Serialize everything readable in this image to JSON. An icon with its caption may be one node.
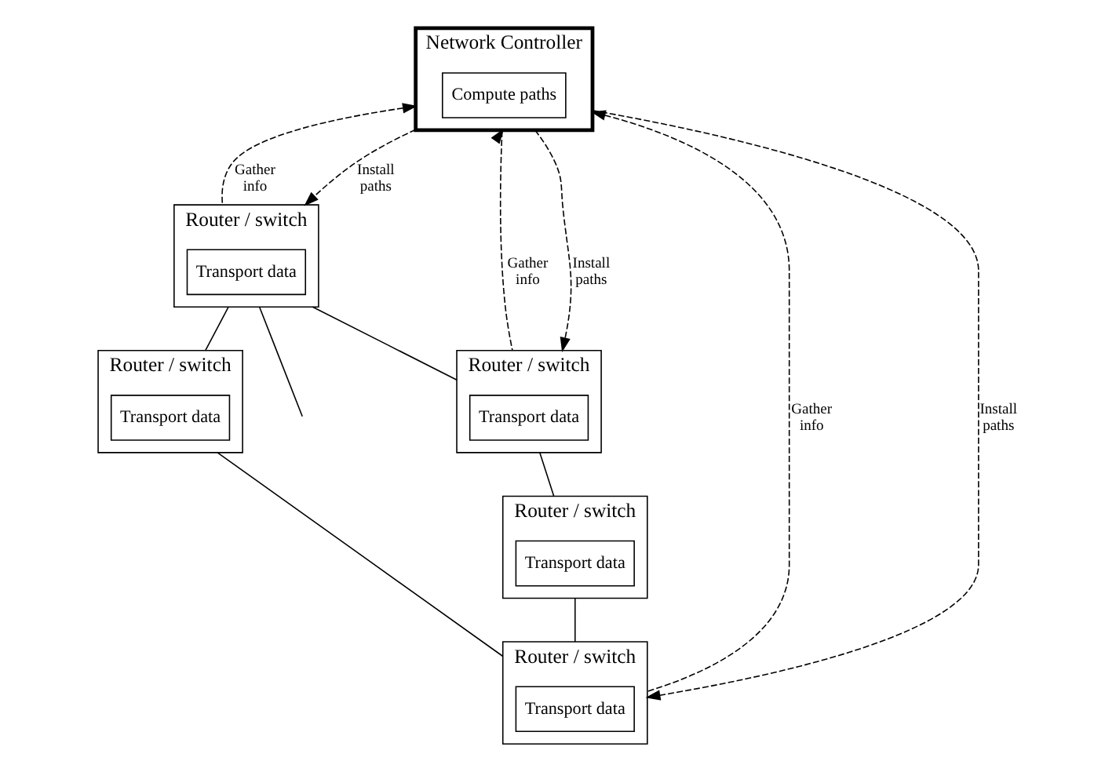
{
  "diagram": {
    "nodes": [
      {
        "text": [
          "Network Controller"
        ]
      },
      {
        "text": [
          "Compute paths"
        ],
        "in": 0
      },
      {
        "text": [
          "Router / switch"
        ]
      },
      {
        "text": [
          "Transport data"
        ],
        "in": 2
      },
      {
        "text": [
          "Router / switch"
        ]
      },
      {
        "text": [
          "Transport data"
        ],
        "in": 4
      },
      {
        "text": [
          "Router / switch"
        ]
      },
      {
        "text": [
          "Transport data"
        ],
        "in": 6
      },
      {
        "text": [
          "Router / switch"
        ]
      },
      {
        "text": [
          "Transport data"
        ],
        "in": 8
      },
      {
        "text": [
          "Router / switch"
        ]
      },
      {
        "text": [
          "Transport data"
        ],
        "in": 10
      }
    ],
    "edges": [
      {
        "from": 2,
        "to": 0,
        "arrow": "to",
        "label": "Gather info",
        "style": "dashed"
      },
      {
        "from": 0,
        "to": 2,
        "arrow": "to",
        "label": "Install paths",
        "style": "dashed"
      },
      {
        "from": 4,
        "to": 0,
        "arrow": "to",
        "label": "Gather info",
        "style": "dashed"
      },
      {
        "from": 0,
        "to": 4,
        "arrow": "to",
        "label": "Install paths",
        "style": "dashed"
      },
      {
        "from": 10,
        "to": 0,
        "arrow": "to",
        "label": "Gather info",
        "style": "dashed"
      },
      {
        "from": 0,
        "to": 10,
        "arrow": "to",
        "label": "Install paths",
        "style": "dashed"
      },
      {
        "from": 2,
        "to": 4,
        "arrow": "none"
      },
      {
        "from": 2,
        "to": 6,
        "arrow": "none"
      },
      {
        "from": 2,
        "to": null,
        "arrow": "none"
      },
      {
        "from": 6,
        "to": 10,
        "arrow": "none"
      },
      {
        "from": 4,
        "to": 8,
        "arrow": "none"
      },
      {
        "from": 8,
        "to": 10,
        "arrow": "none"
      }
    ]
  }
}
